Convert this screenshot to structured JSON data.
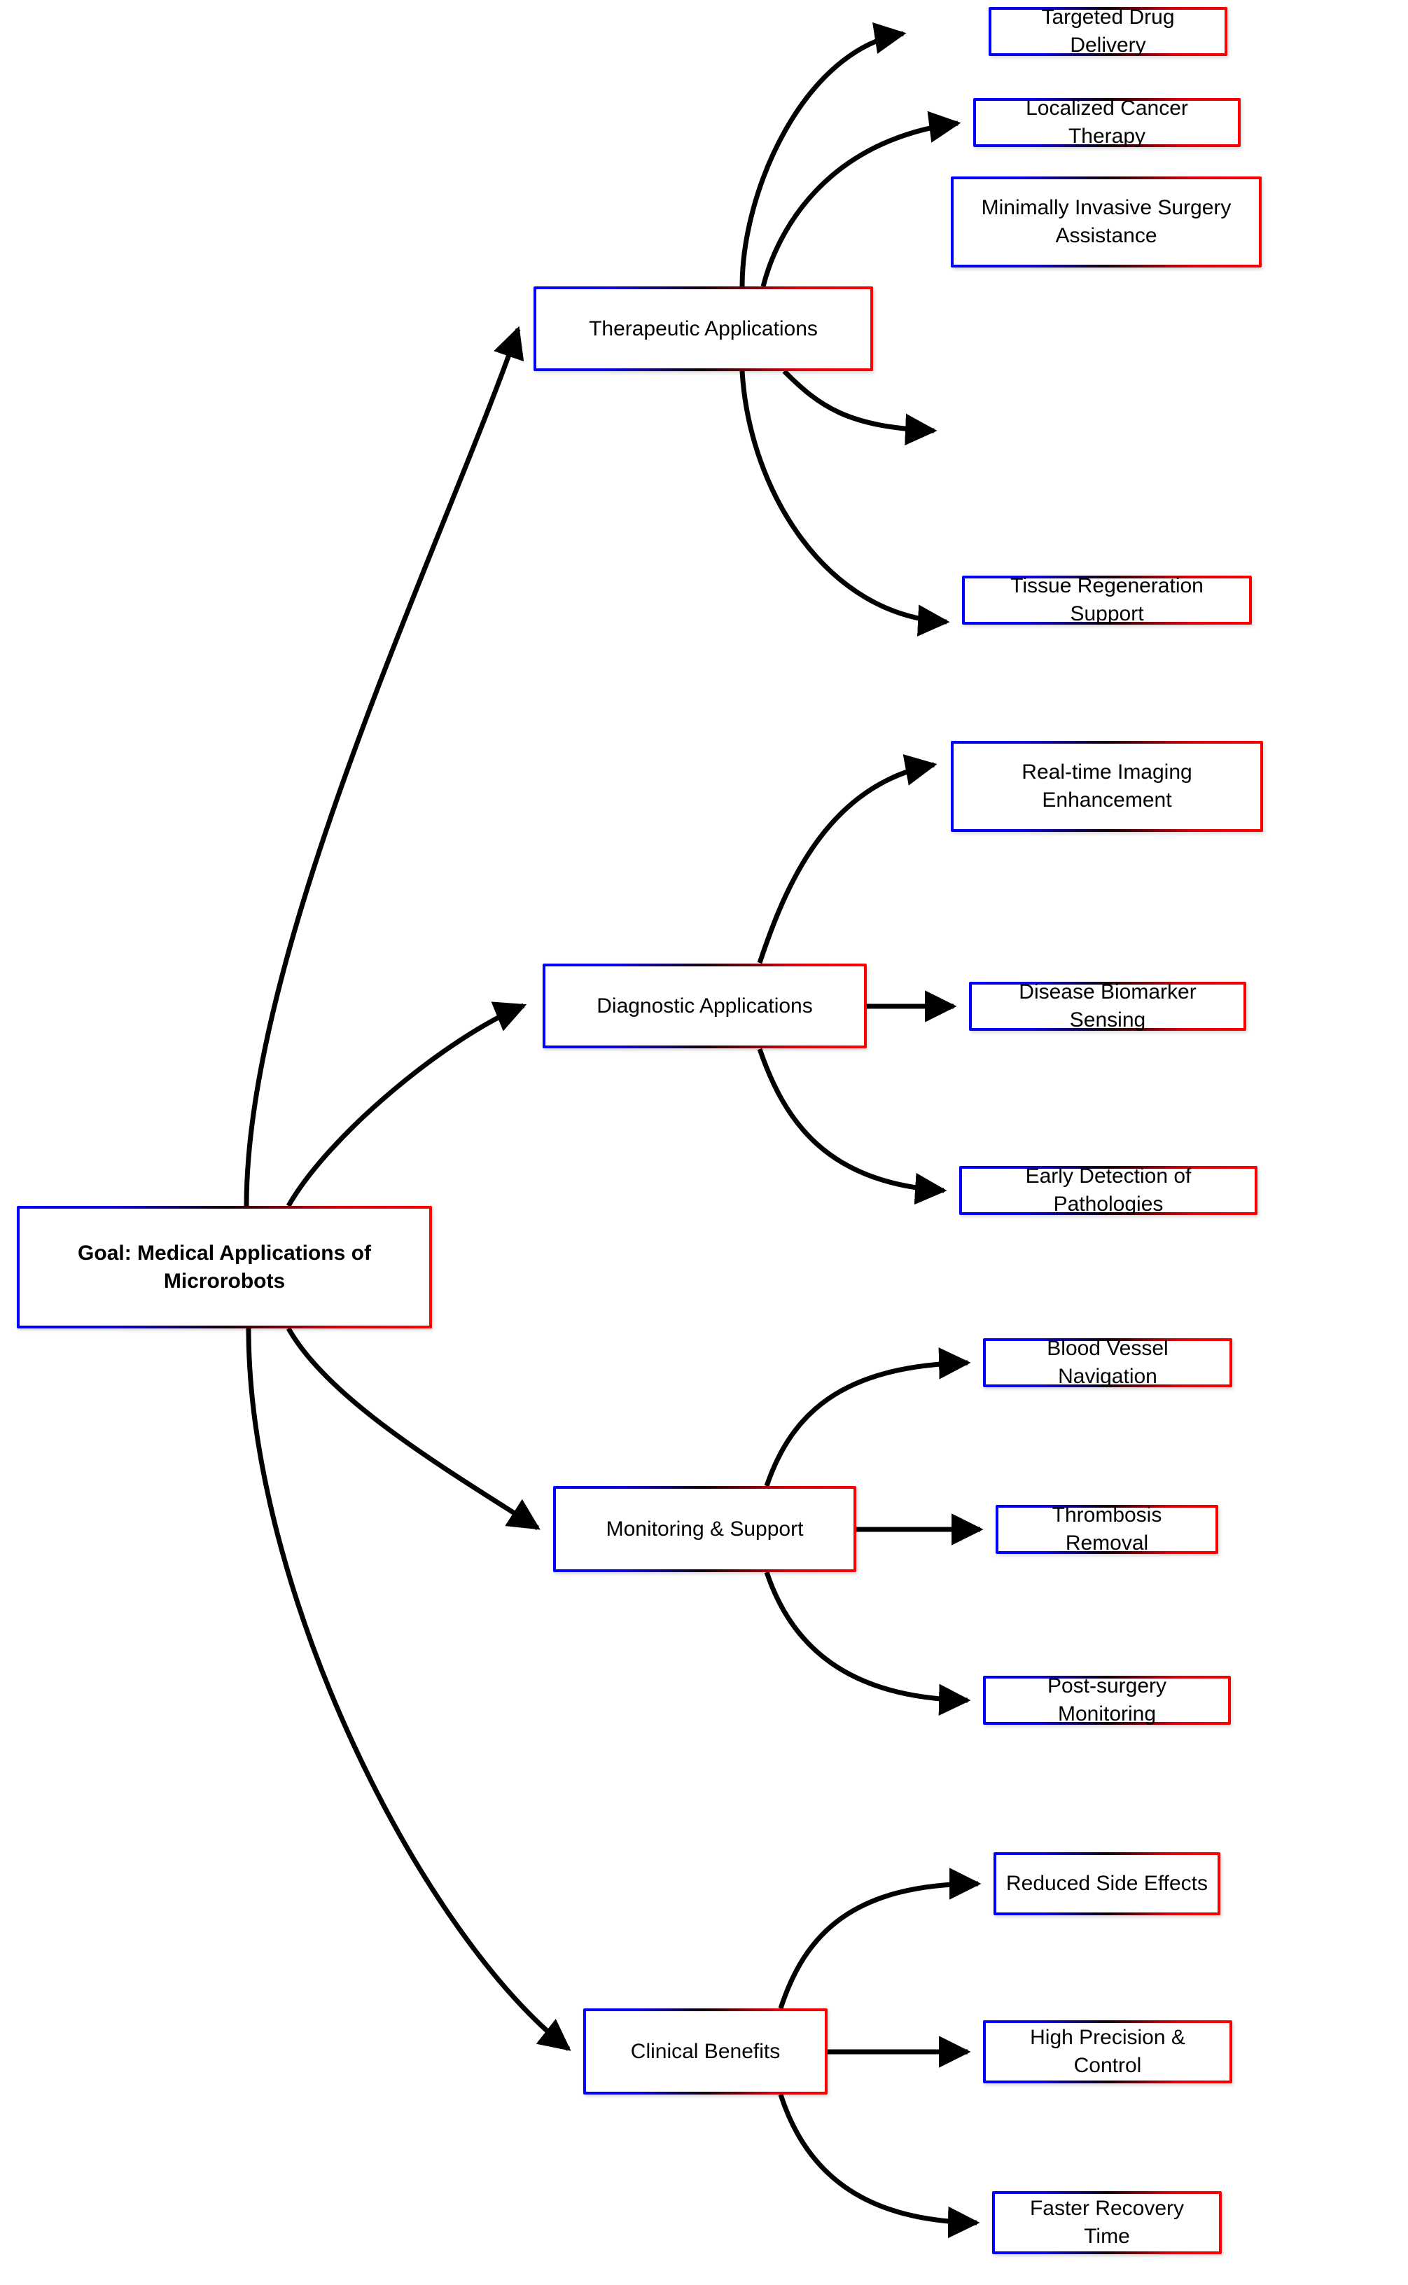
{
  "diagram": {
    "title": "Goal: Medical Applications of Microrobots",
    "type": "tree-mindmap",
    "orientation": "left-to-right",
    "colors": {
      "border_start": "#0000ff",
      "border_end": "#ff0000",
      "edge": "#000000",
      "background": "#ffffff",
      "text": "#000000"
    },
    "root": {
      "id": "root",
      "label": "Goal: Medical Applications of Microrobots",
      "bold": true
    },
    "branches": [
      {
        "id": "therapeutic",
        "label": "Therapeutic Applications",
        "children": [
          {
            "id": "targeted-drug-delivery",
            "label": "Targeted Drug Delivery"
          },
          {
            "id": "localized-cancer-therapy",
            "label": "Localized Cancer Therapy"
          },
          {
            "id": "minimally-invasive-surgery-assistance",
            "label": "Minimally Invasive Surgery Assistance"
          },
          {
            "id": "tissue-regeneration-support",
            "label": "Tissue Regeneration Support"
          }
        ]
      },
      {
        "id": "diagnostic",
        "label": "Diagnostic Applications",
        "children": [
          {
            "id": "real-time-imaging-enhancement",
            "label": "Real-time Imaging Enhancement"
          },
          {
            "id": "disease-biomarker-sensing",
            "label": "Disease Biomarker Sensing"
          },
          {
            "id": "early-detection-of-pathologies",
            "label": "Early Detection of Pathologies"
          }
        ]
      },
      {
        "id": "monitoring",
        "label": "Monitoring & Support",
        "children": [
          {
            "id": "blood-vessel-navigation",
            "label": "Blood Vessel Navigation"
          },
          {
            "id": "thrombosis-removal",
            "label": "Thrombosis Removal"
          },
          {
            "id": "post-surgery-monitoring",
            "label": "Post-surgery Monitoring"
          }
        ]
      },
      {
        "id": "clinical-benefits",
        "label": "Clinical Benefits",
        "children": [
          {
            "id": "reduced-side-effects",
            "label": "Reduced Side Effects"
          },
          {
            "id": "high-precision-control",
            "label": "High Precision & Control"
          },
          {
            "id": "faster-recovery-time",
            "label": "Faster Recovery Time"
          }
        ]
      }
    ]
  }
}
